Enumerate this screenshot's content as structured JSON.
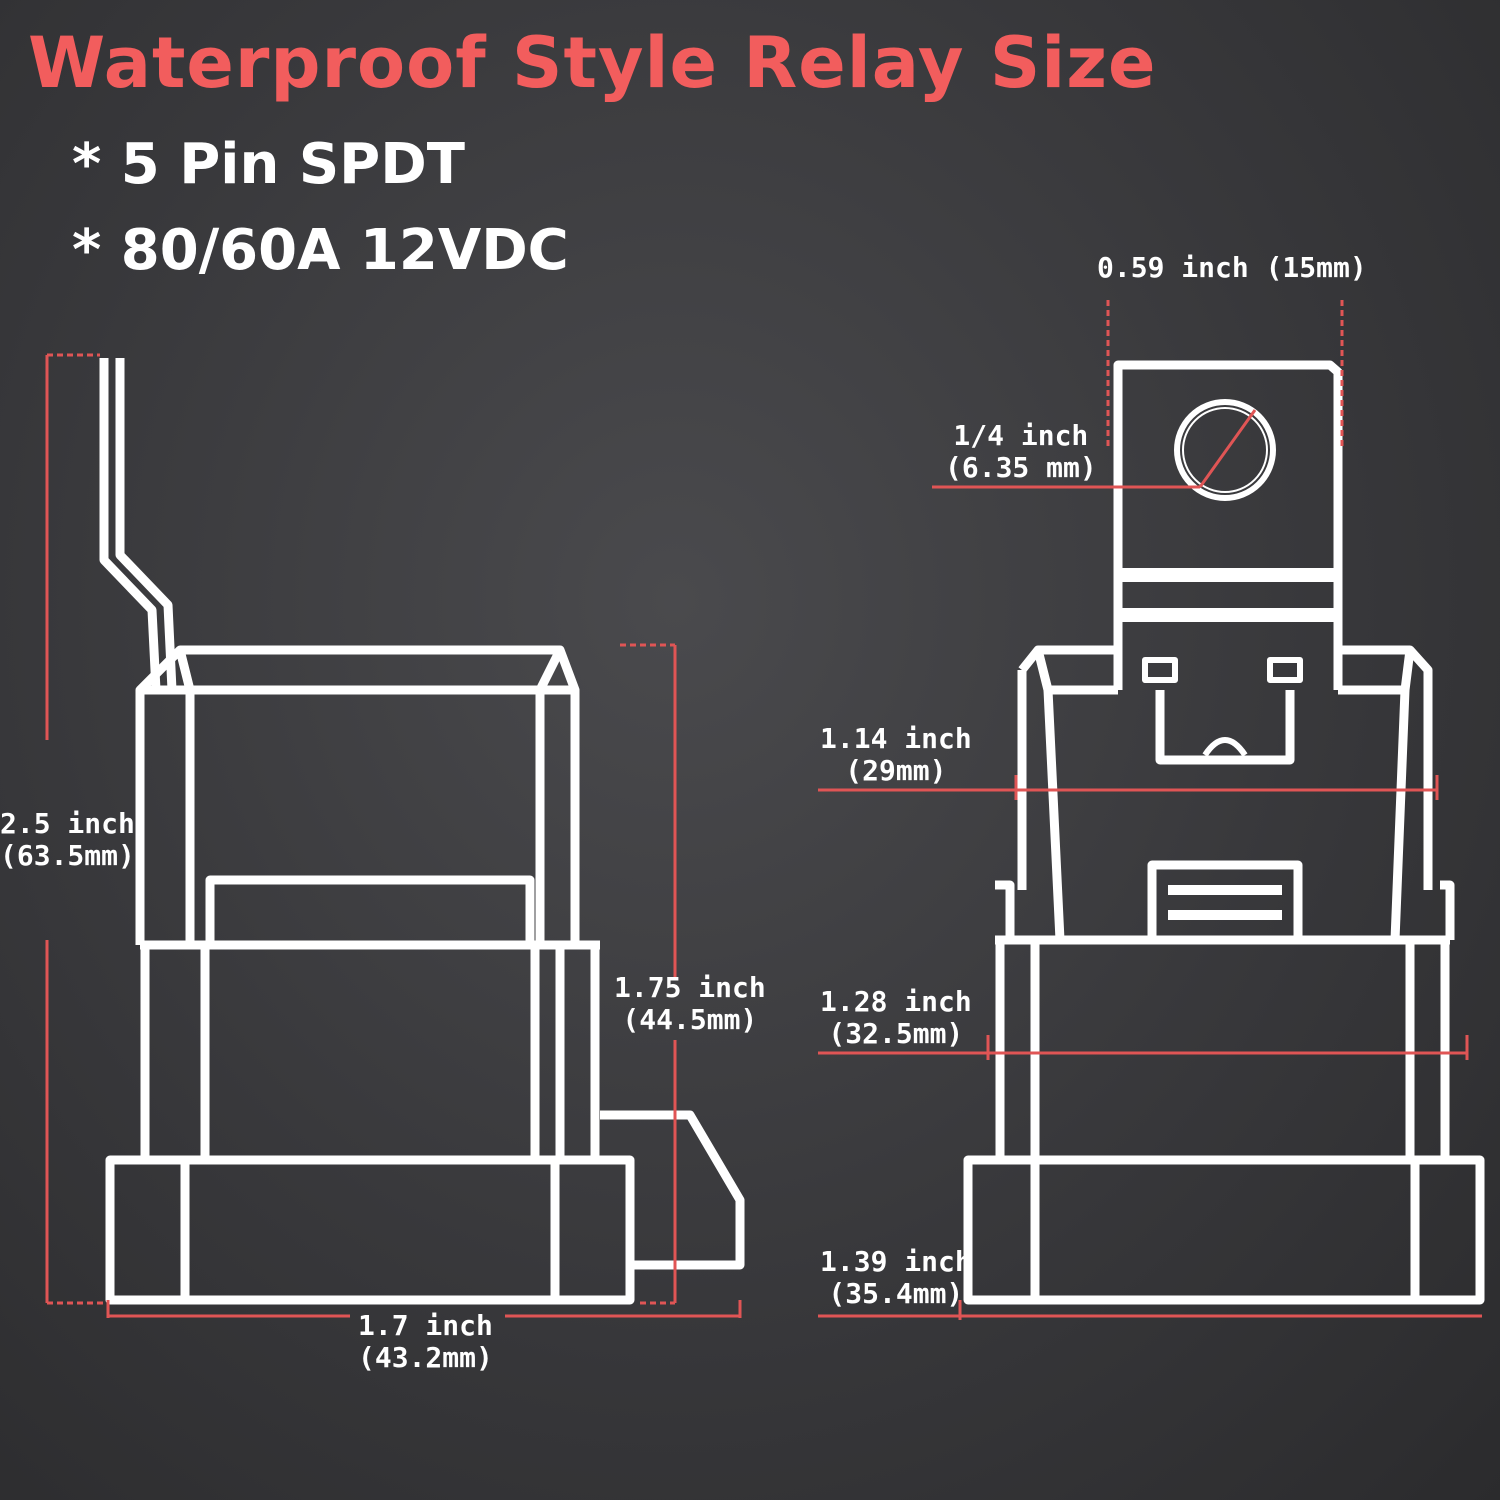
{
  "title": "Waterproof Style Relay Size",
  "bullets": [
    "* 5 Pin SPDT",
    "* 80/60A 12VDC"
  ],
  "colors": {
    "accent": "#f25d5d",
    "dimension_line": "#e05555",
    "outline": "#ffffff",
    "background": "#3a3a3c"
  },
  "side_view": {
    "height_total": {
      "inch": "2.5 inch",
      "mm": "(63.5mm)"
    },
    "height_body": {
      "inch": "1.75 inch",
      "mm": "(44.5mm)"
    },
    "width": {
      "inch": "1.7 inch",
      "mm": "(43.2mm)"
    }
  },
  "front_view": {
    "terminal_width": {
      "inch": "0.59 inch",
      "mm": "(15mm)"
    },
    "hole_diameter": {
      "inch": "1/4 inch",
      "mm": "(6.35 mm)"
    },
    "width_top": {
      "inch": "1.14 inch",
      "mm": "(29mm)"
    },
    "width_mid": {
      "inch": "1.28 inch",
      "mm": "(32.5mm)"
    },
    "width_base": {
      "inch": "1.39 inch",
      "mm": "(35.4mm)"
    }
  }
}
